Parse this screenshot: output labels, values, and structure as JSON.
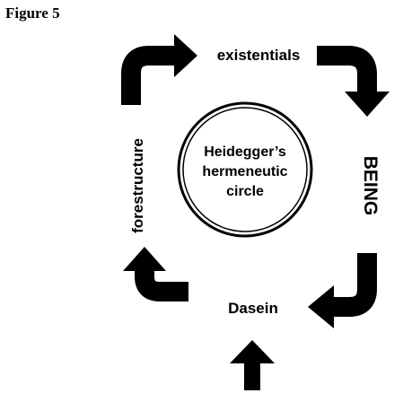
{
  "figure_label": "Figure 5",
  "center": {
    "lines": [
      "Heidegger’s",
      "hermeneutic",
      "circle"
    ]
  },
  "nodes": {
    "top": "existentials",
    "right": "BEING",
    "bottom": "Dasein",
    "left": "forestructure"
  },
  "colors": {
    "ink": "#000000",
    "background": "#ffffff"
  }
}
